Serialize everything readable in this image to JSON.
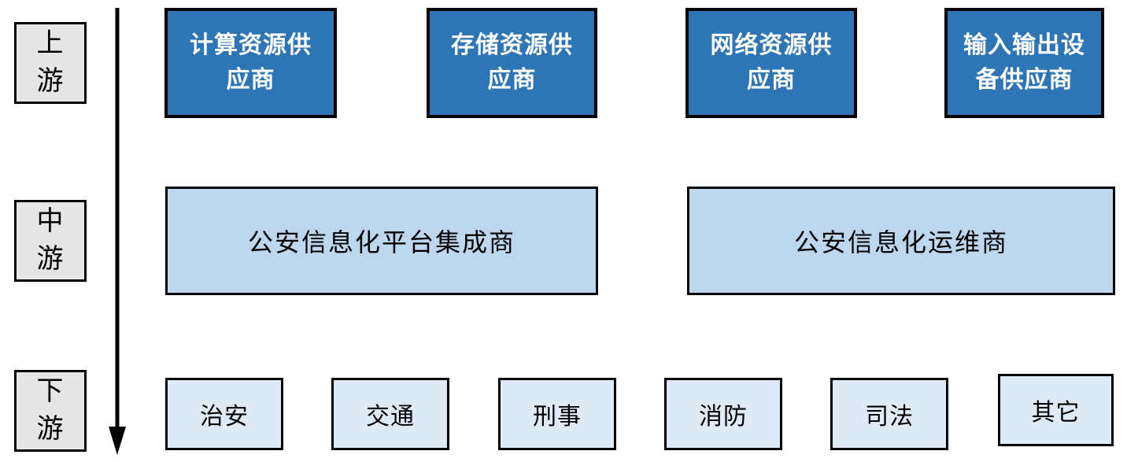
{
  "stage_labels": {
    "upstream": "上\n游",
    "midstream": "中\n游",
    "downstream": "下\n游"
  },
  "upstream": {
    "boxes": [
      "计算资源供\n应商",
      "存储资源供\n应商",
      "网络资源供\n应商",
      "输入输出设\n备供应商"
    ]
  },
  "midstream": {
    "boxes": [
      "公安信息化平台集成商",
      "公安信息化运维商"
    ]
  },
  "downstream": {
    "boxes": [
      "治安",
      "交通",
      "刑事",
      "消防",
      "司法",
      "其它"
    ]
  },
  "icons": {
    "flow_arrow": "downward-arrow"
  },
  "colors": {
    "upstream_fill": "#2E75B6",
    "upstream_text": "#FFFFFF",
    "midstream_fill": "#BDD7EE",
    "downstream_fill": "#DEEAF6",
    "stage_label_fill": "#E7E6E6",
    "border": "#000000"
  }
}
